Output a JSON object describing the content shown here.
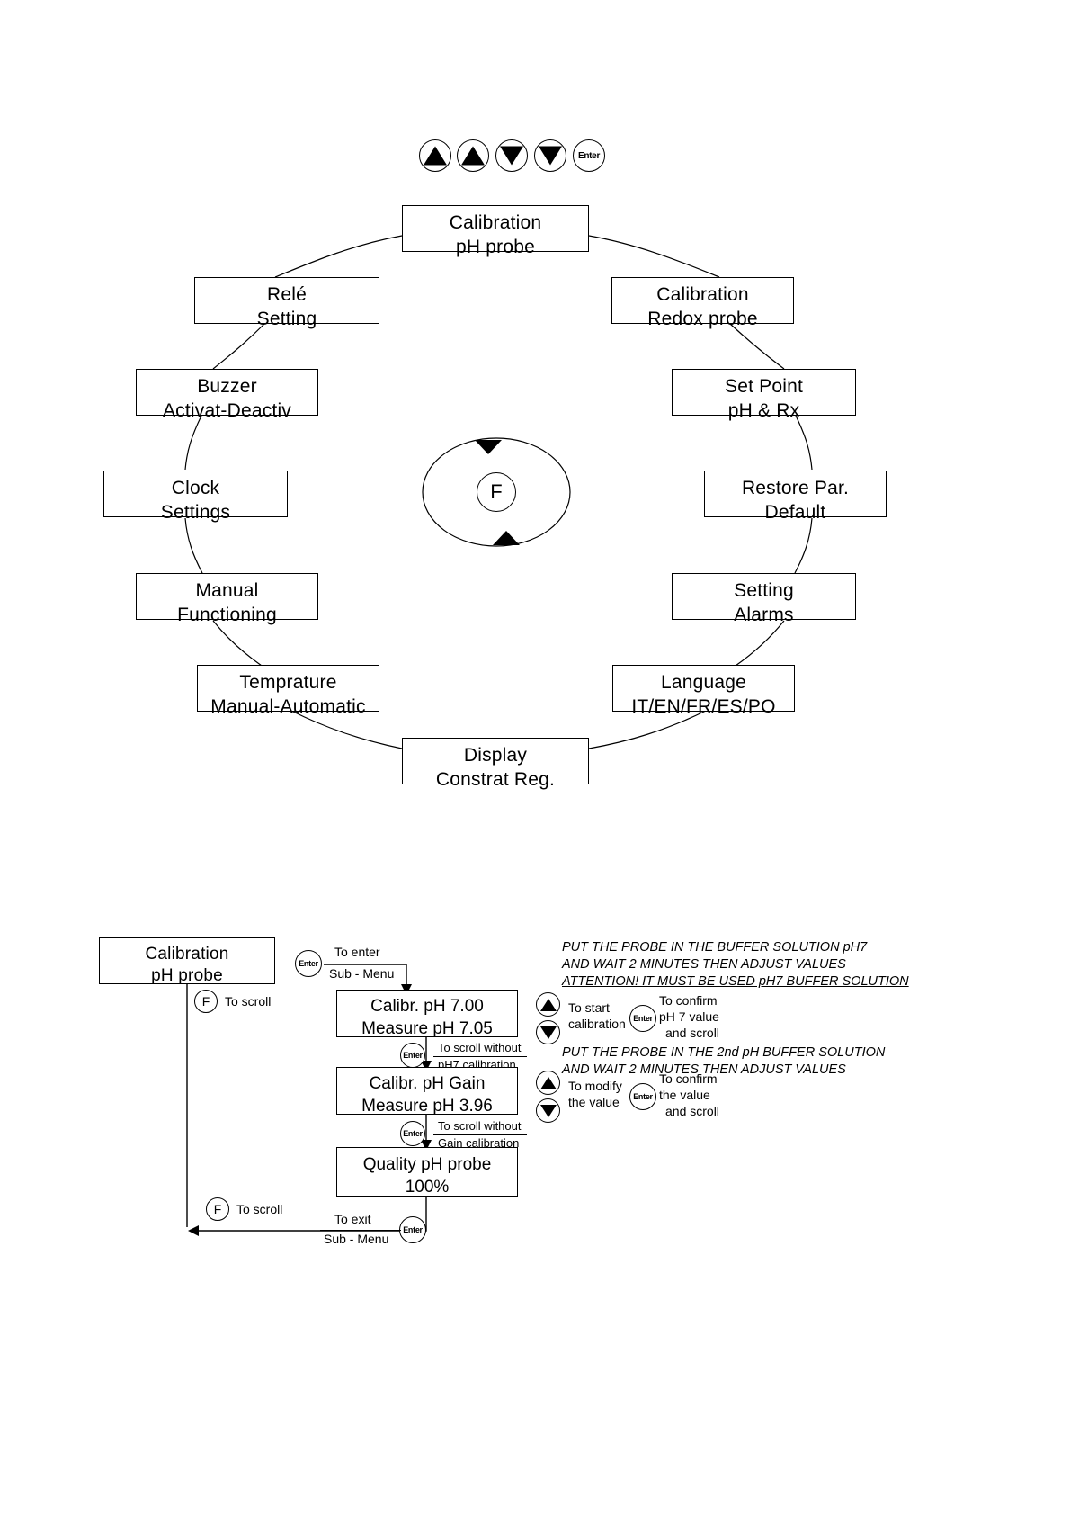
{
  "keypad": {
    "buttons": [
      {
        "icon": "arrow-up-icon",
        "label": "▲"
      },
      {
        "icon": "arrow-up-icon",
        "label": "▲"
      },
      {
        "icon": "arrow-down-icon",
        "label": "▼"
      },
      {
        "icon": "arrow-down-icon",
        "label": "▼"
      },
      {
        "icon": "enter-key-icon",
        "label": "Enter"
      }
    ]
  },
  "menu_ring": {
    "center_key": "F",
    "items": [
      {
        "position": "top",
        "line1": "Calibration",
        "line2": "pH probe"
      },
      {
        "position": "right-1",
        "line1": "Calibration",
        "line2": "Redox probe"
      },
      {
        "position": "right-2",
        "line1": "Set Point",
        "line2": "pH & Rx"
      },
      {
        "position": "right-3",
        "line1": "Restore Par.",
        "line2": "Default"
      },
      {
        "position": "right-4",
        "line1": "Setting",
        "line2": "Alarms"
      },
      {
        "position": "right-5",
        "line1": "Language",
        "line2": "IT/EN/FR/ES/PO"
      },
      {
        "position": "bottom",
        "line1": "Display",
        "line2": "Constrat Reg."
      },
      {
        "position": "left-5",
        "line1": "Temprature",
        "line2": "Manual-Automatic"
      },
      {
        "position": "left-4",
        "line1": "Manual",
        "line2": "Functioning"
      },
      {
        "position": "left-3",
        "line1": "Clock",
        "line2": "Settings"
      },
      {
        "position": "left-2",
        "line1": "Buzzer",
        "line2": "Activat-Deactiv"
      },
      {
        "position": "left-1",
        "line1": "Relé",
        "line2": "Setting"
      }
    ]
  },
  "submenu": {
    "entry_box": {
      "line1": "Calibration",
      "line2": "pH probe"
    },
    "scroll_label_top": "To scroll",
    "scroll_label_bottom": "To scroll",
    "scroll_key": "F",
    "enter_key": "Enter",
    "enter_submenu": {
      "line1": "To enter",
      "line2": "Sub - Menu"
    },
    "exit_submenu": {
      "line1": "To exit",
      "line2": "Sub - Menu"
    },
    "steps": [
      {
        "box_line1": "Calibr. pH 7.00",
        "box_line2": "Measure pH 7.05",
        "skip_line1": "To scroll without",
        "skip_line2": "pH7 calibration"
      },
      {
        "box_line1": "Calibr. pH Gain",
        "box_line2": "Measure pH 3.96",
        "skip_line1": "To scroll without",
        "skip_line2": "Gain calibration"
      }
    ],
    "quality_box": {
      "line1": "Quality pH probe",
      "line2": "100%"
    },
    "instructions": [
      {
        "lines": [
          "PUT THE PROBE IN THE BUFFER SOLUTION pH7",
          "AND WAIT 2 MINUTES THEN ADJUST VALUES",
          "ATTENTION! IT MUST BE USED pH7 BUFFER SOLUTION"
        ],
        "underline_last": true
      },
      {
        "lines": [
          "PUT THE PROBE IN THE 2nd pH BUFFER SOLUTION",
          "AND WAIT 2 MINUTES THEN ADJUST VALUES"
        ],
        "underline_last": false
      }
    ],
    "actions": [
      {
        "arrows_label_line1": "To start",
        "arrows_label_line2": "calibration",
        "enter_label_line1": "To confirm",
        "enter_label_line2": "pH 7 value",
        "enter_label_line3": "and scroll"
      },
      {
        "arrows_label_line1": "To modify",
        "arrows_label_line2": "the value",
        "enter_label_line1": "To confirm",
        "enter_label_line2": "the value",
        "enter_label_line3": "and scroll"
      }
    ]
  },
  "colors": {
    "ink": "#000000",
    "paper": "#ffffff"
  }
}
